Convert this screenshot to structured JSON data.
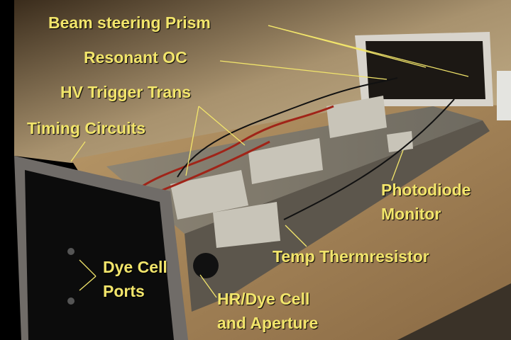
{
  "labels": {
    "beam_steering_prism": "Beam steering Prism",
    "resonant_oc": "Resonant OC",
    "hv_trigger_trans": "HV Trigger Trans",
    "timing_circuits": "Timing Circuits",
    "photodiode_monitor_line1": "Photodiode",
    "photodiode_monitor_line2": "Monitor",
    "temp_thermresistor": "Temp Thermresistor",
    "dye_cell_ports_line1": "Dye Cell",
    "dye_cell_ports_line2": "Ports",
    "hr_dye_cell_line1": "HR/Dye Cell",
    "hr_dye_cell_line2": "and Aperture"
  },
  "colors": {
    "label": "#f2e56b",
    "background": "#000000"
  }
}
